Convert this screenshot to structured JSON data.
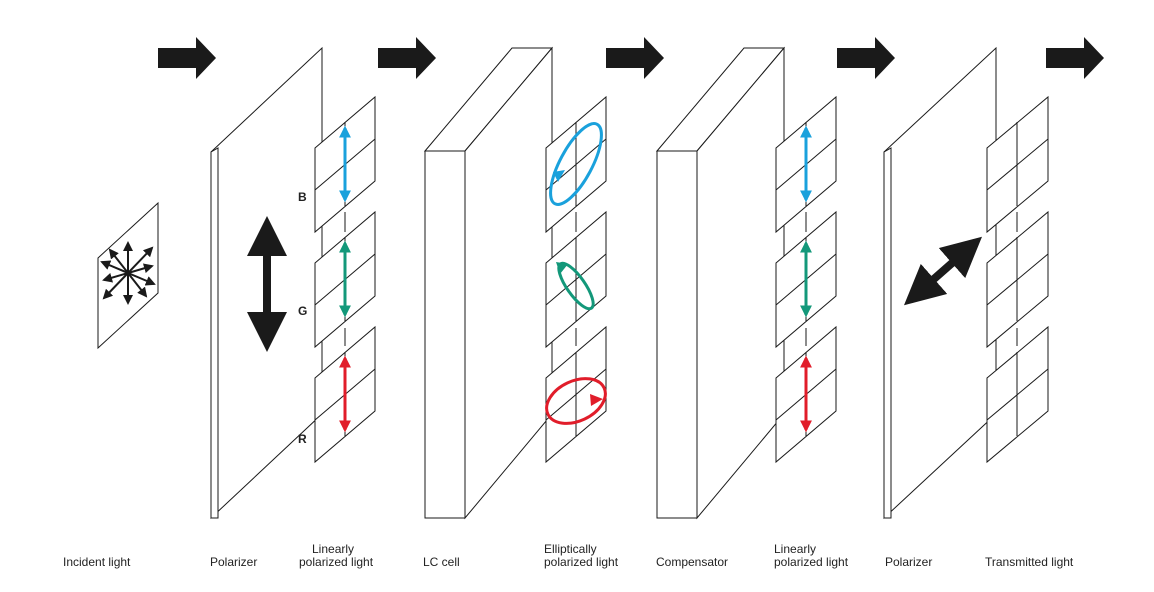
{
  "colors": {
    "ink": "#222222",
    "outline": "#1a1a1a",
    "blue": "#1aa1dc",
    "green": "#13987a",
    "red": "#e11d2a",
    "background": "#ffffff"
  },
  "channel_labels": {
    "blue": "B",
    "green": "G",
    "red": "R"
  },
  "captions": {
    "incident": "Incident light",
    "polarizer_1": "Polarizer",
    "linear_1_line1": "Linearly",
    "linear_1_line2": "polarized light",
    "lc_cell": "LC cell",
    "elliptic_line1": "Elliptically",
    "elliptic_line2": "polarized light",
    "compensator": "Compensator",
    "linear_2_line1": "Linearly",
    "linear_2_line2": "polarized light",
    "polarizer_2": "Polarizer",
    "transmitted": "Transmitted light"
  },
  "icons": {
    "flow": "right-arrow-icon",
    "polarization_axis": "double-arrow-icon",
    "rotation": "ellipse-arrow-icon"
  }
}
